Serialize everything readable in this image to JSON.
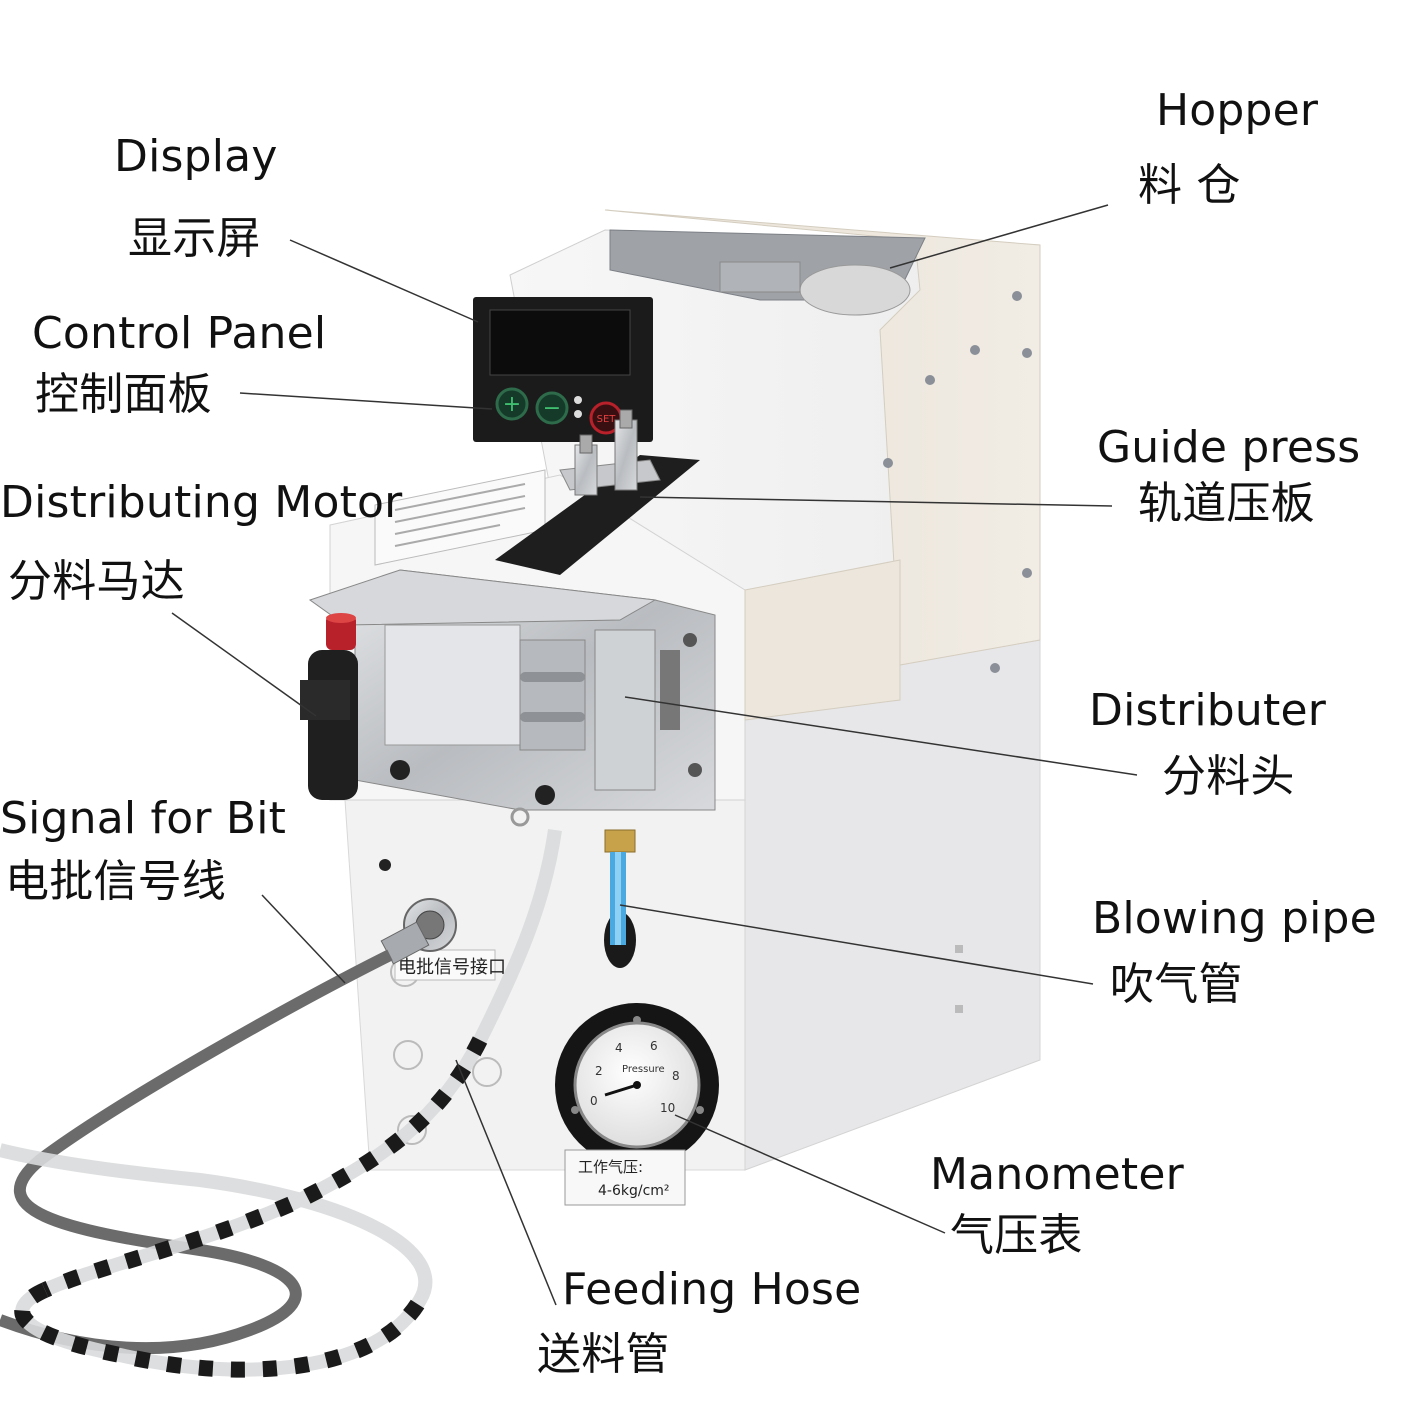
{
  "labels": {
    "hopper": {
      "en": "Hopper",
      "zh": "料 仓"
    },
    "display": {
      "en": "Display",
      "zh": "显示屏"
    },
    "control_panel": {
      "en": "Control Panel",
      "zh": "控制面板"
    },
    "guide_press": {
      "en": "Guide press",
      "zh": "轨道压板"
    },
    "distributing_motor": {
      "en": "Distributing Motor",
      "zh": "分料马达"
    },
    "distributer": {
      "en": "Distributer",
      "zh": "分料头"
    },
    "signal_for_bit": {
      "en": "Signal for Bit",
      "zh": "电批信号线"
    },
    "blowing_pipe": {
      "en": "Blowing pipe",
      "zh": "吹气管"
    },
    "manometer": {
      "en": "Manometer",
      "zh": "气压表"
    },
    "feeding_hose": {
      "en": "Feeding Hose",
      "zh": "送料管"
    }
  },
  "machine_markings": {
    "set_button": "SET",
    "signal_port_label": "电批信号接口",
    "pressure_label_line1": "工作气压:",
    "pressure_label_line2": "4-6kg/cm²",
    "gauge_word": "Pressure",
    "gauge_numbers": [
      "0",
      "2",
      "4",
      "6",
      "8",
      "10"
    ]
  },
  "colors": {
    "body": "#f4f4f2",
    "side_panel": "#ece6dc",
    "lower_body": "#eeeeef",
    "display_panel": "#1a1a1a",
    "button_green": "#2d6b4a",
    "button_red": "#b8202a",
    "metal": "#c9cbcd",
    "leader_line": "#333333"
  }
}
